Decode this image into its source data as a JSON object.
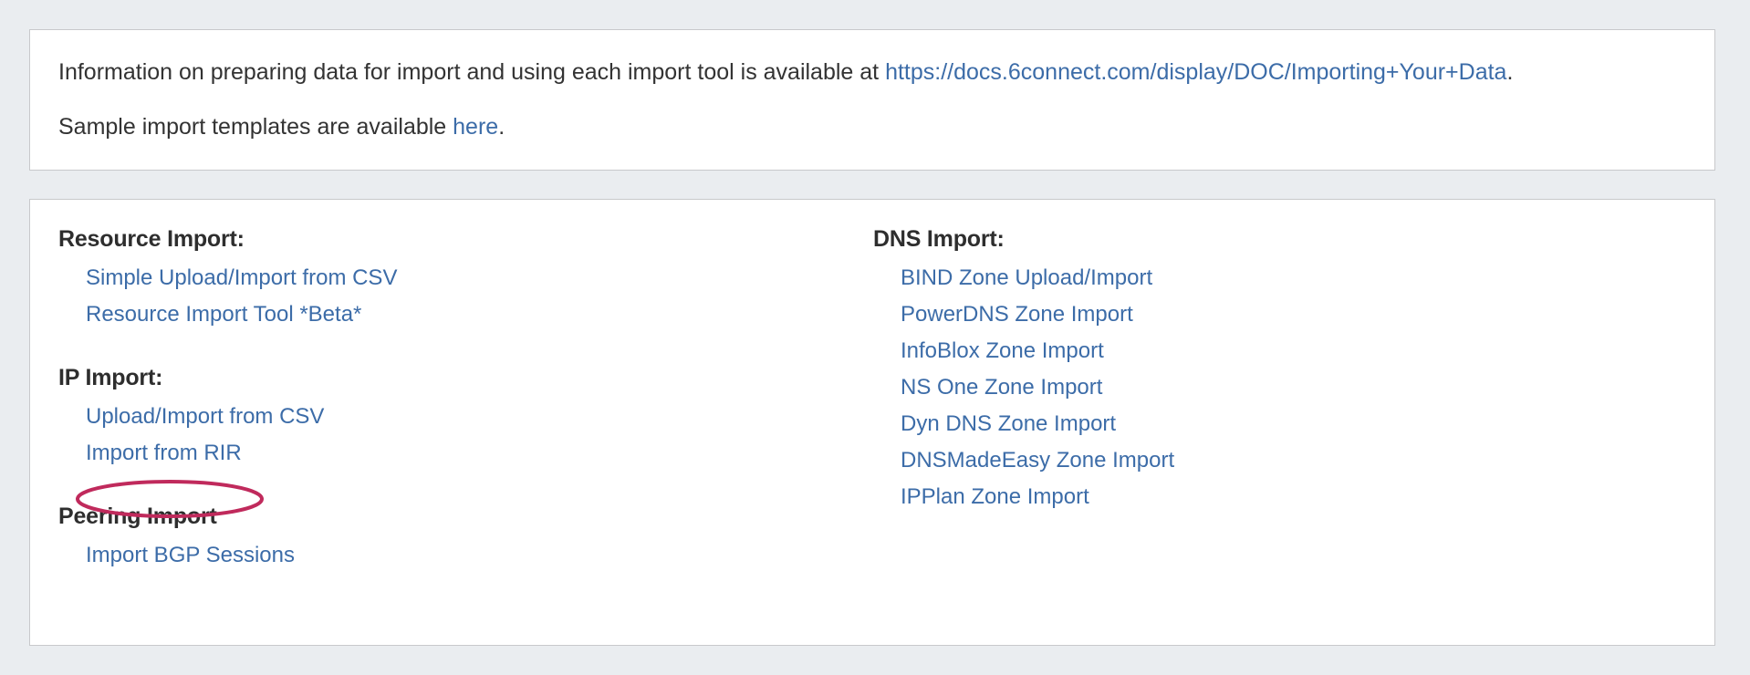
{
  "theme": {
    "page_background": "#eaedf0",
    "panel_background": "#ffffff",
    "panel_border": "#c8c9cb",
    "link_color": "#3c6ca8",
    "heading_color": "#2e2e2e",
    "body_text_color": "#333333",
    "annotation_color": "#c02a5c"
  },
  "info_panel": {
    "line1_prefix": "Information on preparing data for import and using each import tool is available at ",
    "line1_link": "https://docs.6connect.com/display/DOC/Importing+Your+Data",
    "line1_suffix": ".",
    "line2_prefix": "Sample import templates are available ",
    "line2_link": "here",
    "line2_suffix": "."
  },
  "import_panel": {
    "left_column": [
      {
        "heading": "Resource Import:",
        "links": [
          "Simple Upload/Import from CSV",
          "Resource Import Tool *Beta*"
        ]
      },
      {
        "heading": "IP Import:",
        "links": [
          "Upload/Import from CSV",
          "Import from RIR"
        ]
      },
      {
        "heading": "Peering Import",
        "links": [
          "Import BGP Sessions"
        ]
      }
    ],
    "right_column": [
      {
        "heading": "DNS Import:",
        "links": [
          "BIND Zone Upload/Import",
          "PowerDNS Zone Import",
          "InfoBlox Zone Import",
          "NS One Zone Import",
          "Dyn DNS Zone Import",
          "DNSMadeEasy Zone Import",
          "IPPlan Zone Import"
        ]
      }
    ]
  },
  "annotation": {
    "target_label": "Import from RIR",
    "shape": "ellipse-highlight"
  }
}
